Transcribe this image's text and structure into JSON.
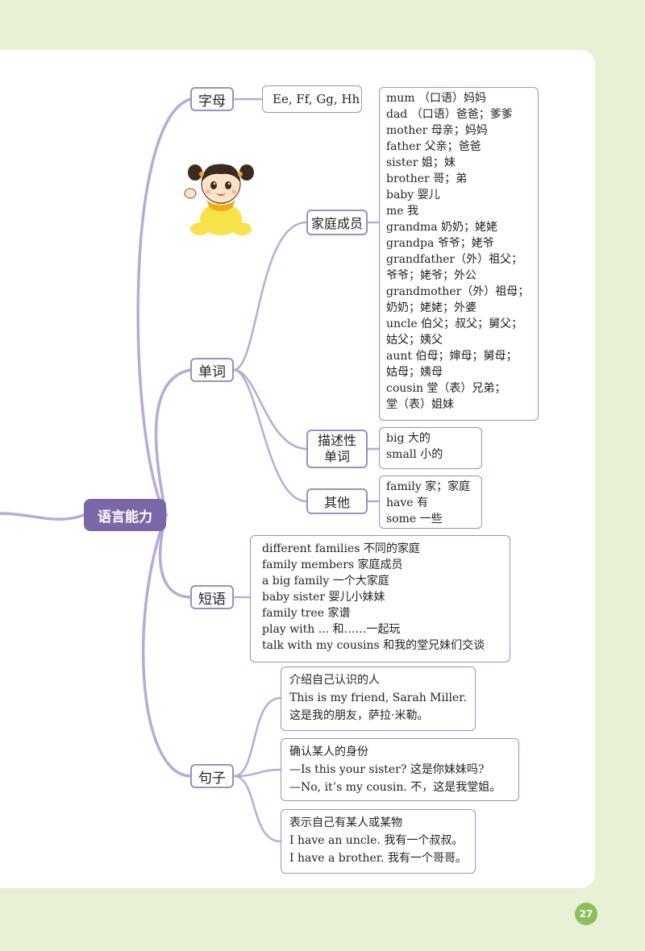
{
  "root": "语言能力",
  "categories": {
    "letters": "字母",
    "words": "单词",
    "phrases": "短语",
    "sentences": "句子"
  },
  "letters_box": "Ee, Ff, Gg, Hh",
  "word_groups": {
    "family_members": "家庭成员",
    "descriptive": [
      "描述性",
      "单词"
    ],
    "others": "其他"
  },
  "family_words": [
    "mum （口语）妈妈",
    "dad （口语）爸爸；爹爹",
    "mother 母亲；妈妈",
    "father 父亲；爸爸",
    "sister 姐；妹",
    "brother 哥；弟",
    "baby 婴儿",
    "me 我",
    "grandma 奶奶；姥姥",
    "grandpa 爷爷；姥爷",
    "grandfather（外）祖父；",
    "爷爷；姥爷；外公",
    "grandmother（外）祖母；",
    "奶奶；姥姥；外婆",
    "uncle 伯父；叔父；舅父；",
    "姑父；姨父",
    "aunt 伯母；婶母；舅母；",
    "姑母；姨母",
    "cousin 堂（表）兄弟；",
    "堂（表）姐妹"
  ],
  "descriptive_words": [
    "big 大的",
    "small 小的"
  ],
  "other_words": [
    "family 家；家庭",
    "have 有",
    "some 一些"
  ],
  "phrases": [
    "different families 不同的家庭",
    "family members 家庭成员",
    "a big family 一个大家庭",
    "baby sister 婴儿小妹妹",
    "family tree 家谱",
    "play with ... 和……一起玩",
    "talk with my cousins 和我的堂兄妹们交谈"
  ],
  "sentence_groups": [
    {
      "title": "介绍自己认识的人",
      "lines": [
        "This is my friend, Sarah Miller.",
        "这是我的朋友，萨拉·米勒。"
      ]
    },
    {
      "title": "确认某人的身份",
      "lines": [
        "—Is this your sister? 这是你妹妹吗?",
        "—No, it’s my cousin. 不，这是我堂姐。"
      ]
    },
    {
      "title": "表示自己有某人或某物",
      "lines": [
        "I have an uncle. 我有一个叔叔。",
        "I have a brother. 我有一个哥哥。"
      ]
    }
  ],
  "page_number": "27",
  "colors": {
    "branch": "#b7abd6",
    "root_bg": "#7a67a8",
    "page_bg": "#e8f1d6",
    "badge": "#8cc05a"
  }
}
